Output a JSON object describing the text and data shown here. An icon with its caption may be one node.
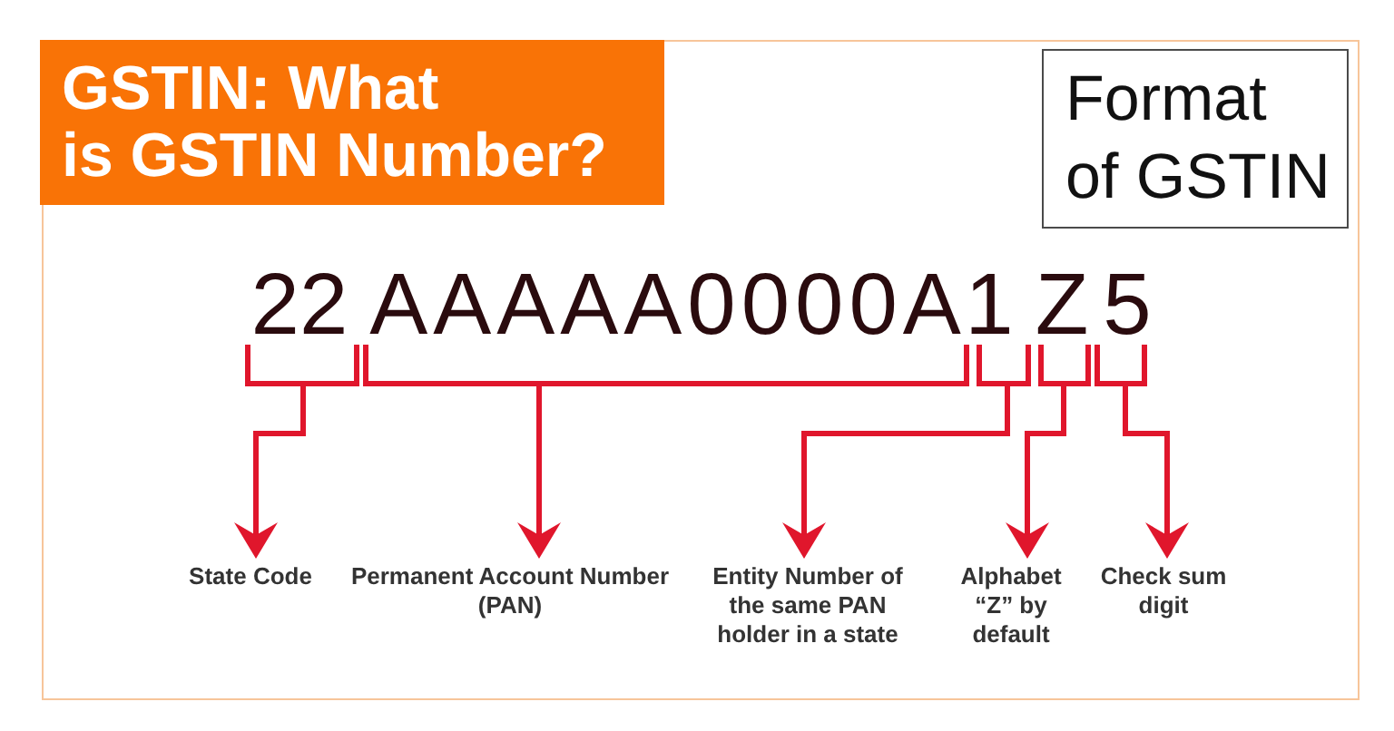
{
  "diagram": {
    "title": "GSTIN: What is GSTIN Number?",
    "nodes": [
      {
        "text": [
          "Format of GSTIN"
        ]
      },
      {
        "text": [
          "22"
        ]
      },
      {
        "text": [
          "AAAAA0000A"
        ]
      },
      {
        "text": [
          "1"
        ]
      },
      {
        "text": [
          "Z"
        ]
      },
      {
        "text": [
          "5"
        ]
      },
      {
        "text": [
          "State Code"
        ]
      },
      {
        "text": [
          "Permanent Account Number (PAN)"
        ]
      },
      {
        "text": [
          "Entity Number of the same PAN holder in a state"
        ]
      },
      {
        "text": [
          "Alphabet “Z” by default"
        ]
      },
      {
        "text": [
          "Check sum digit"
        ]
      }
    ],
    "edges": [
      {
        "from": 1,
        "to": 6,
        "arrow": "to"
      },
      {
        "from": 2,
        "to": 7,
        "arrow": "to"
      },
      {
        "from": 3,
        "to": 8,
        "arrow": "to"
      },
      {
        "from": 4,
        "to": 9,
        "arrow": "to"
      },
      {
        "from": 5,
        "to": 10,
        "arrow": "to"
      }
    ]
  }
}
